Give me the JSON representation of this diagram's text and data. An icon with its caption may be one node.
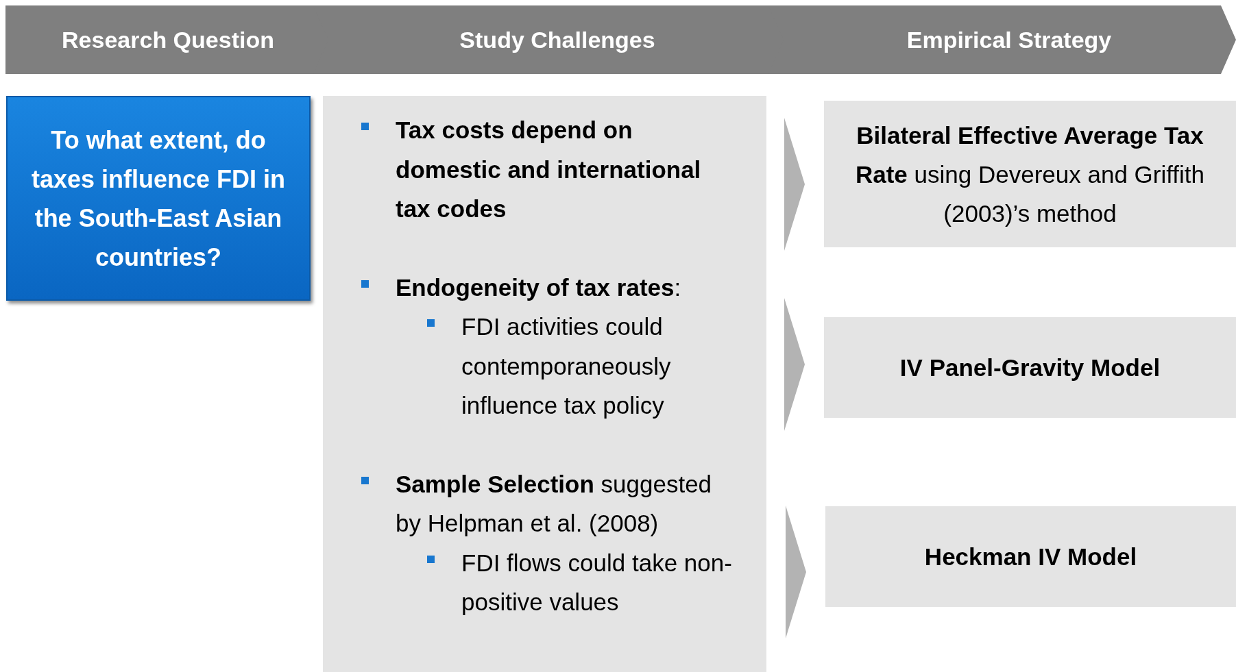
{
  "diagram": {
    "nodes": [
      {
        "text": [
          "Research Question"
        ]
      },
      {
        "text": [
          "Study Challenges"
        ]
      },
      {
        "text": [
          "Empirical Strategy"
        ]
      },
      {
        "text": [
          "To what extent, do taxes influence FDI in the South-East Asian countries?"
        ]
      },
      {
        "text": [
          "Tax costs depend on domestic and international tax codes",
          "**Endogeneity of tax rates**:",
          "FDI activities could contemporaneously influence tax policy",
          "**Sample Selection** suggested by Helpman et al. (2008)",
          "FDI flows could take non-positive values"
        ]
      },
      {
        "text": [
          "**Bilateral Effective Average Tax Rate** using Devereux and Griffith (2003)’s method"
        ]
      },
      {
        "text": [
          "IV Panel-Gravity Model"
        ]
      },
      {
        "text": [
          "Heckman IV Model"
        ]
      }
    ],
    "edges": [
      {
        "from": 4,
        "to": 5,
        "arrow": "to"
      },
      {
        "from": 4,
        "to": 6,
        "arrow": "to"
      },
      {
        "from": 4,
        "to": 7,
        "arrow": "to"
      }
    ]
  }
}
